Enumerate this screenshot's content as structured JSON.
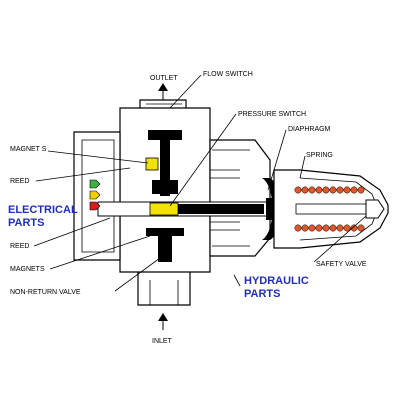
{
  "labels": {
    "outlet": "OUTLET",
    "flow_switch": "FLOW SWITCH",
    "magnets_top": "MAGNET S",
    "pressure_switch": "PRESSURE SWITCH",
    "diaphragm": "DIAPHRAGM",
    "reed_top": "REED",
    "spring": "SPRING",
    "electrical_line1": "ELECTRICAL",
    "electrical_line2": "PARTS",
    "reed_bottom": "REED",
    "magnets_bottom": "MAGNETS",
    "hydraulic_line1": "HYDRAULIC",
    "hydraulic_line2": "PARTS",
    "safety_valve": "SAFETY VALVE",
    "non_return_valve": "NON-RETURN VALVE",
    "inlet": "INLET"
  },
  "colors": {
    "accent_blue": "#1f2fb5",
    "spring_orange": "#e0582a",
    "magnet_yellow": "#f2e20a",
    "led_green": "#3cb043",
    "led_yellow": "#f0d000",
    "led_red": "#d62020"
  }
}
